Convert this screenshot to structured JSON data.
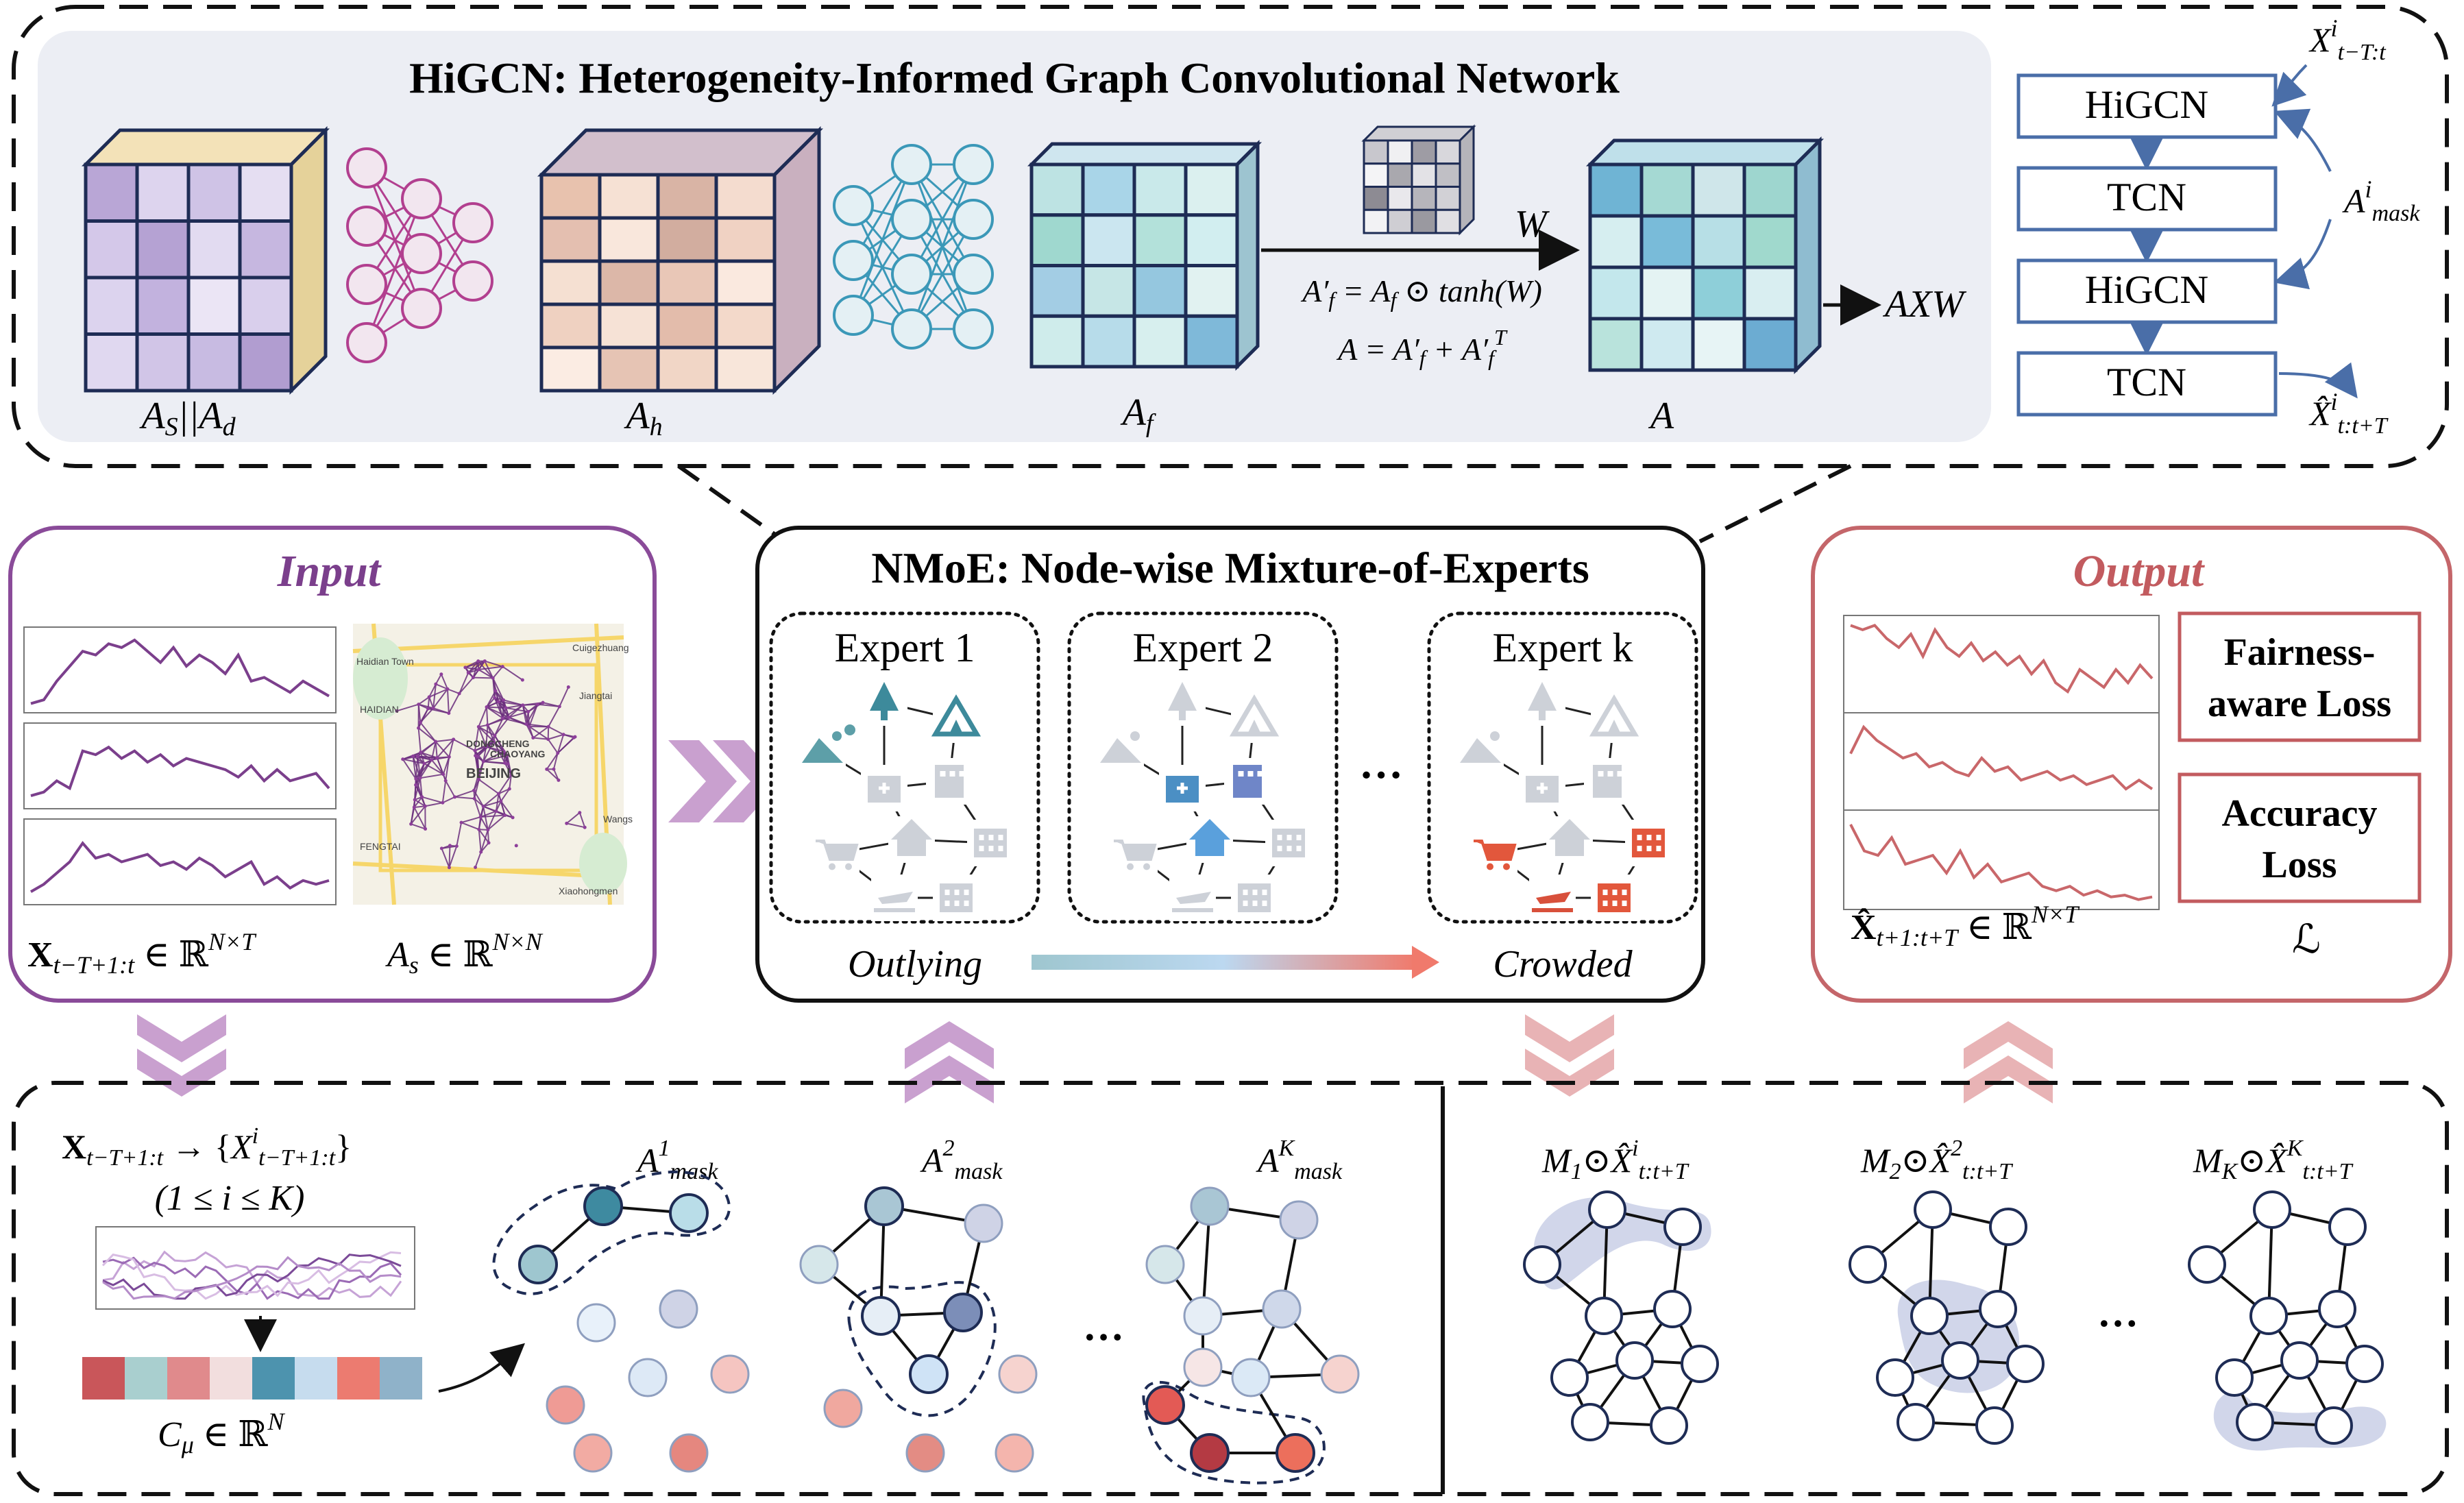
{
  "higcn": {
    "title": "HiGCN: Heterogeneity-Informed Graph Convolutional Network",
    "label_as_ad": "A_S||A_d",
    "label_ah": "A_h",
    "label_af": "A_f",
    "label_a": "A",
    "label_w": "W",
    "eq1": "A′f = Af ⊙ tanh(W)",
    "eq2": "A = A′f + A′f^T",
    "out": "→ AXW"
  },
  "stack": {
    "blocks": [
      "HiGCN",
      "TCN",
      "HiGCN",
      "TCN"
    ],
    "input_label": "X^i_{t−T:t}",
    "mask_label": "A^i_mask",
    "output_label": "X̂^i_{t:t+T}"
  },
  "input_panel": {
    "title": "Input",
    "x_label": "X_{t−T+1:t} ∈ ℝ^{N×T}",
    "a_label": "A_s ∈ ℝ^{N×N}",
    "map_labels": [
      "Cuigezhuang",
      "Haidian Town",
      "HAIDIAN",
      "Jiangtai",
      "DONGCHENG",
      "CHAOYANG",
      "BEIJING",
      "Wangs",
      "FENGTAI",
      "Xiaohongmen"
    ]
  },
  "nmoe": {
    "title": "NMoE: Node-wise Mixture-of-Experts",
    "experts": [
      "Expert 1",
      "Expert 2",
      "Expert k"
    ],
    "ellipsis": "…",
    "left_label": "Outlying",
    "right_label": "Crowded"
  },
  "output_panel": {
    "title": "Output",
    "fairness_loss": "Fairness-aware Loss",
    "accuracy_loss": "Accuracy Loss",
    "x_label": "X̂_{t+1:t+T} ∈ ℝ^{N×T}",
    "loss_symbol": "ℒ"
  },
  "bottom_left": {
    "decomp": "X_{t−T+1:t} → {X^i_{t−T+1:t}}",
    "range": "(1 ≤ i ≤ K)",
    "cmu_label": "C_μ ∈ ℝ^N",
    "mask_labels": [
      "A¹mask",
      "A²mask",
      "A^Kmask"
    ],
    "ellipsis": "…"
  },
  "bottom_right": {
    "labels": [
      "M₁⊙X̂ⁱt:t+T",
      "M₂⊙X̂²t:t+T",
      "M_K⊙X̂^Kt:t+T"
    ],
    "ellipsis": "…"
  },
  "colors": {
    "purple": "#7b3f8c",
    "red": "#c25b5f",
    "blue_frame": "#4a6ea8",
    "chevron_purple": "#c9a0cf",
    "chevron_red": "#e8b3b5"
  }
}
